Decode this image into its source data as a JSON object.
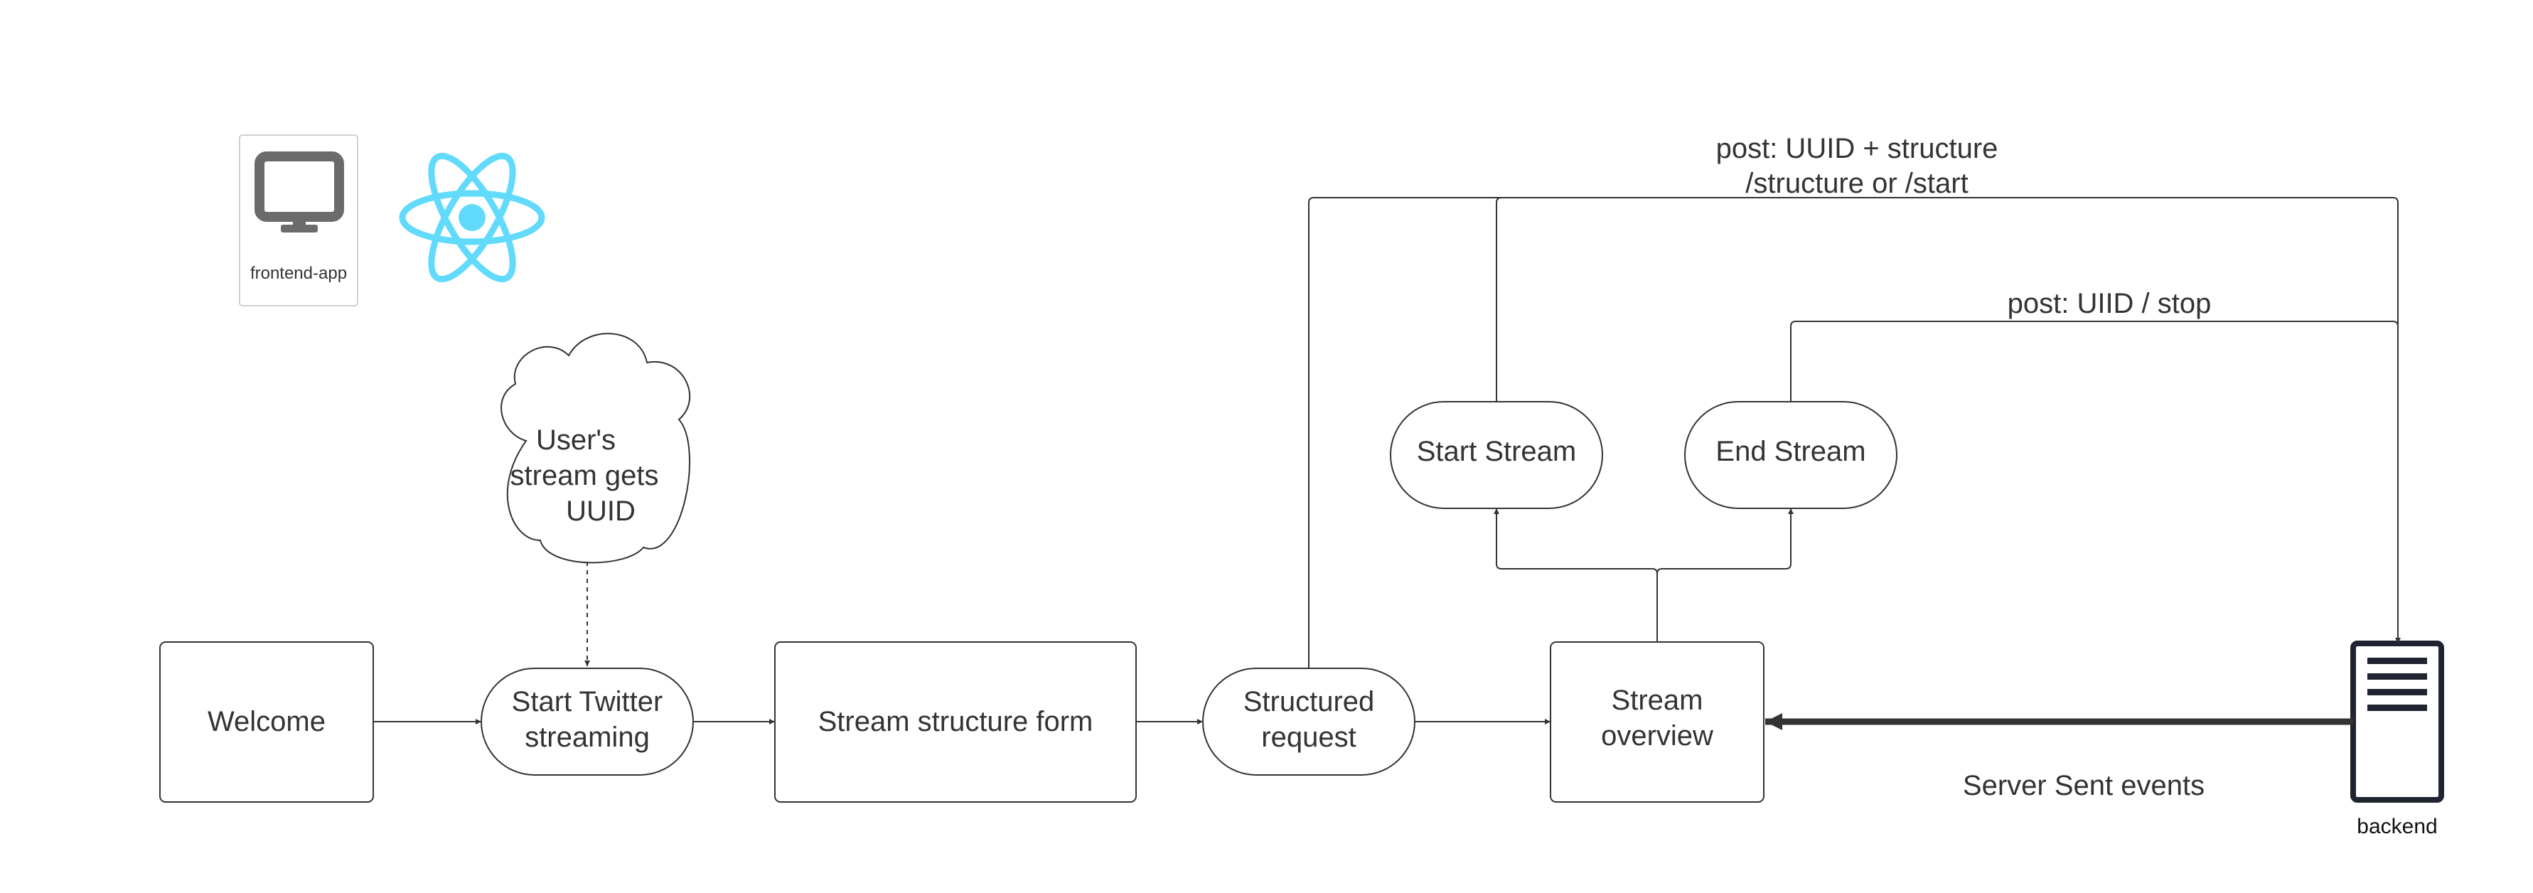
{
  "frontend": {
    "label": "frontend-app",
    "icon": "monitor-icon",
    "logo": "react-logo-icon",
    "logo_color": "#61DAFB"
  },
  "backend": {
    "label": "backend",
    "icon": "server-icon"
  },
  "nodes": {
    "welcome": "Welcome",
    "start_twitter": [
      "Start Twitter",
      "streaming"
    ],
    "stream_structure_form": "Stream structure form",
    "structured_request": [
      "Structured",
      "request"
    ],
    "stream_overview": [
      "Stream",
      "overview"
    ],
    "start_stream": "Start Stream",
    "end_stream": "End Stream",
    "cloud_note": [
      "User's",
      "stream gets",
      "UUID"
    ]
  },
  "edge_labels": {
    "post_start": [
      "post: UUID + structure",
      "/structure or /start"
    ],
    "post_stop": "post: UIID / stop",
    "sse": "Server Sent events"
  },
  "colors": {
    "line": "#333333",
    "icon_gray": "#6b6b6b",
    "server": "#1f2430"
  }
}
